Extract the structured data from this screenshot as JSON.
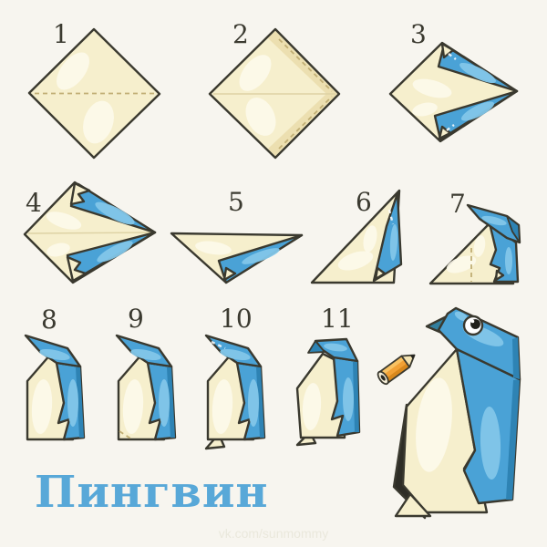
{
  "title": {
    "text": "Пингвин"
  },
  "watermark": {
    "text": "vk.com/sunmommy"
  },
  "steps": [
    {
      "label": "1"
    },
    {
      "label": "2"
    },
    {
      "label": "3"
    },
    {
      "label": "4"
    },
    {
      "label": "5"
    },
    {
      "label": "6"
    },
    {
      "label": "7"
    },
    {
      "label": "8"
    },
    {
      "label": "9"
    },
    {
      "label": "10"
    },
    {
      "label": "11"
    }
  ],
  "icons": [
    {
      "name": "pencil-icon"
    },
    {
      "name": "penguin-illustration"
    }
  ],
  "colors": {
    "background": "#f7f5ef",
    "outline": "#3a392f",
    "paper_cream": "#f6efcd",
    "paper_cream_light": "#fdfaeb",
    "paper_cream_shade": "#ecdfb0",
    "paper_blue": "#4aa2d6",
    "paper_blue_light": "#82c6e9",
    "paper_blue_dark": "#2e83b4",
    "beak_teal": "#327f9e",
    "fold_dash": "#c0ae74",
    "pencil_orange": "#f2a135",
    "title_blue": "#58a8d8",
    "watermark_gray": "#eae8dc"
  }
}
